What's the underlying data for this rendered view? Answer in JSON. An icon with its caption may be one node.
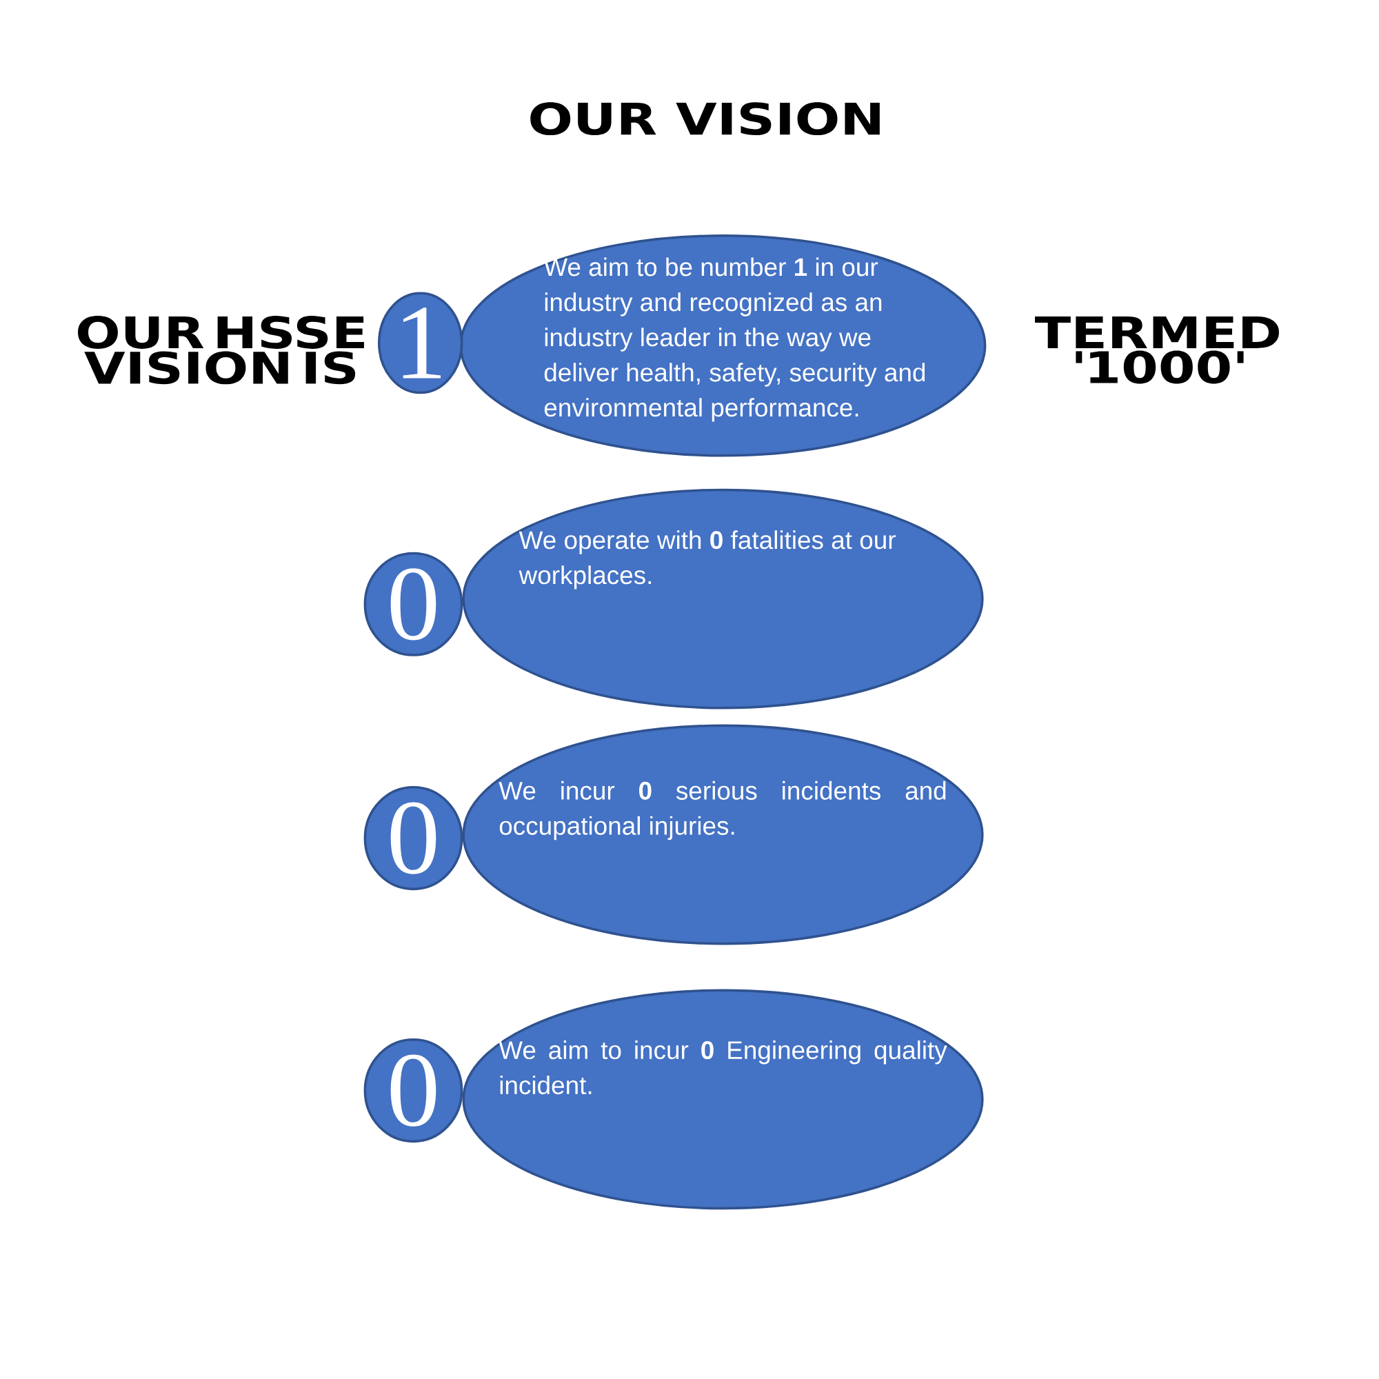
{
  "diagram": {
    "title": "OUR VISION",
    "nodes": [
      {
        "text": [
          "1"
        ]
      },
      {
        "text": [
          "We aim to be number **1** in our industry and recognized as an industry leader in the way we deliver health, safety, security and environmental performance."
        ]
      },
      {
        "text": [
          "0"
        ]
      },
      {
        "text": [
          "We operate with **0** fatalities at our workplaces."
        ]
      },
      {
        "text": [
          "0"
        ]
      },
      {
        "text": [
          "We incur **0** serious incidents and occupational injuries."
        ]
      },
      {
        "text": [
          "0"
        ]
      },
      {
        "text": [
          "We aim to incur **0** Engineering quality incident."
        ]
      }
    ],
    "labels": [
      "OUR HSSE VISION IS",
      "TERMED '1000'"
    ]
  }
}
